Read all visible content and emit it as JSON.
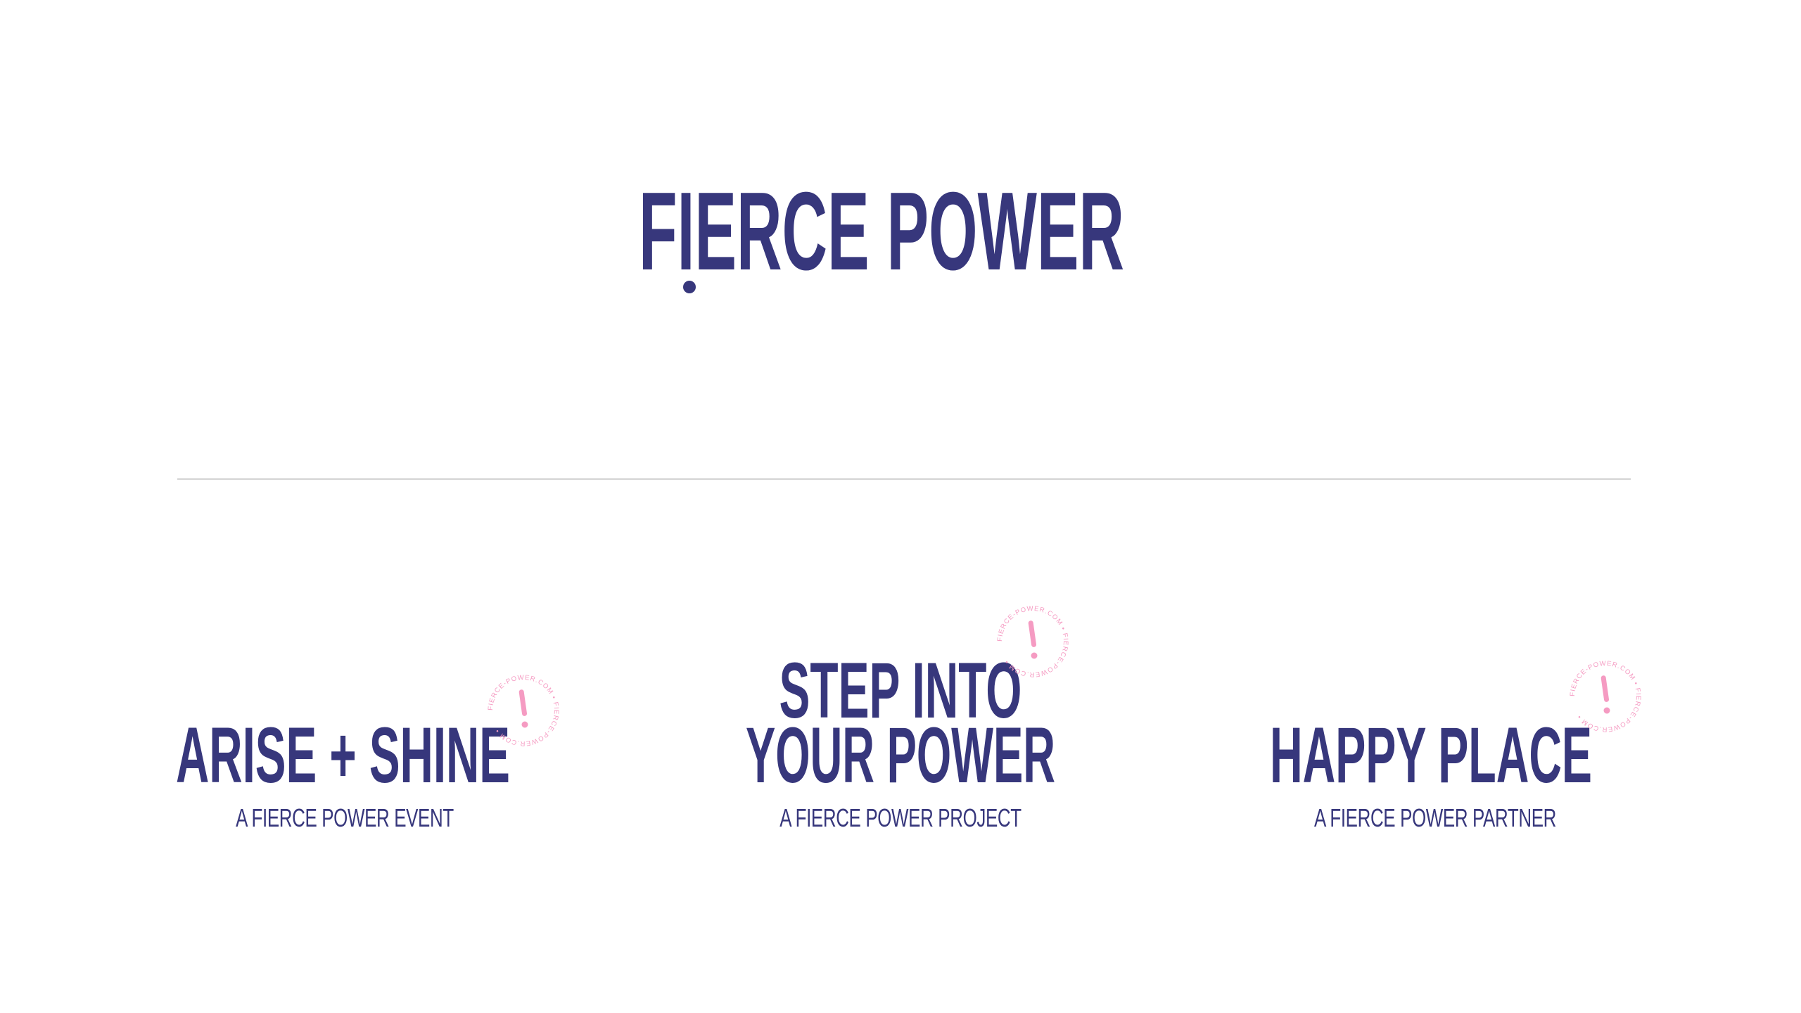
{
  "colors": {
    "brand_navy": "#37377c",
    "accent_pink": "#f59bc2",
    "divider": "#d4d4d4",
    "background": "#ffffff"
  },
  "logo": {
    "text": "FIERCE POWER"
  },
  "stamp_ring_text": "FIERCE-POWER.COM • FIERCE-POWER.COM • ",
  "sub_brands": [
    {
      "title_lines": [
        "ARISE + SHINE"
      ],
      "subtitle": "A FIERCE POWER EVENT"
    },
    {
      "title_lines": [
        "STEP INTO",
        "YOUR POWER"
      ],
      "subtitle": "A FIERCE POWER PROJECT"
    },
    {
      "title_lines": [
        "HAPPY PLACE"
      ],
      "subtitle": "A FIERCE POWER PARTNER"
    }
  ]
}
